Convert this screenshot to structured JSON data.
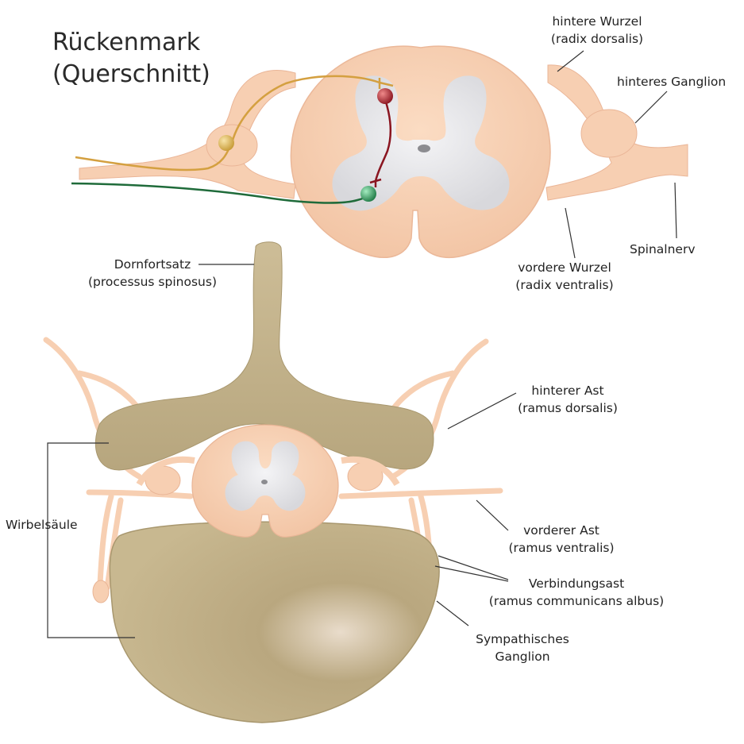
{
  "title": {
    "line1": "Rückenmark",
    "line2": "(Querschnitt)"
  },
  "labels": {
    "hintere_wurzel": {
      "line1": "hintere Wurzel",
      "line2": "(radix dorsalis)"
    },
    "hinteres_ganglion": {
      "line1": "hinteres Ganglion"
    },
    "spinalnerv": {
      "line1": "Spinalnerv"
    },
    "vordere_wurzel": {
      "line1": "vordere Wurzel",
      "line2": "(radix ventralis)"
    },
    "dornfortsatz": {
      "line1": "Dornfortsatz",
      "line2": "(processus spinosus)"
    },
    "hinterer_ast": {
      "line1": "hinterer Ast",
      "line2": "(ramus dorsalis)"
    },
    "wirbelsaeule": {
      "line1": "Wirbelsäule"
    },
    "vorderer_ast": {
      "line1": "vorderer Ast",
      "line2": "(ramus ventralis)"
    },
    "verbindungsast": {
      "line1": "Verbindungsast",
      "line2": "(ramus communicans albus)"
    },
    "sympathisches_ganglion": {
      "line1": "Sympathisches",
      "line2": "Ganglion"
    }
  },
  "colors": {
    "spinal_cord": "#f7cfb2",
    "spinal_cord_edge": "#e9b596",
    "gray_matter": "#ececee",
    "bone": "#c9b994",
    "bone_dark": "#a8976e",
    "sensory_neuron": "#d4a040",
    "motor_neuron": "#1f6b3a",
    "interneuron": "#8a1520",
    "leader_line": "#333333"
  }
}
